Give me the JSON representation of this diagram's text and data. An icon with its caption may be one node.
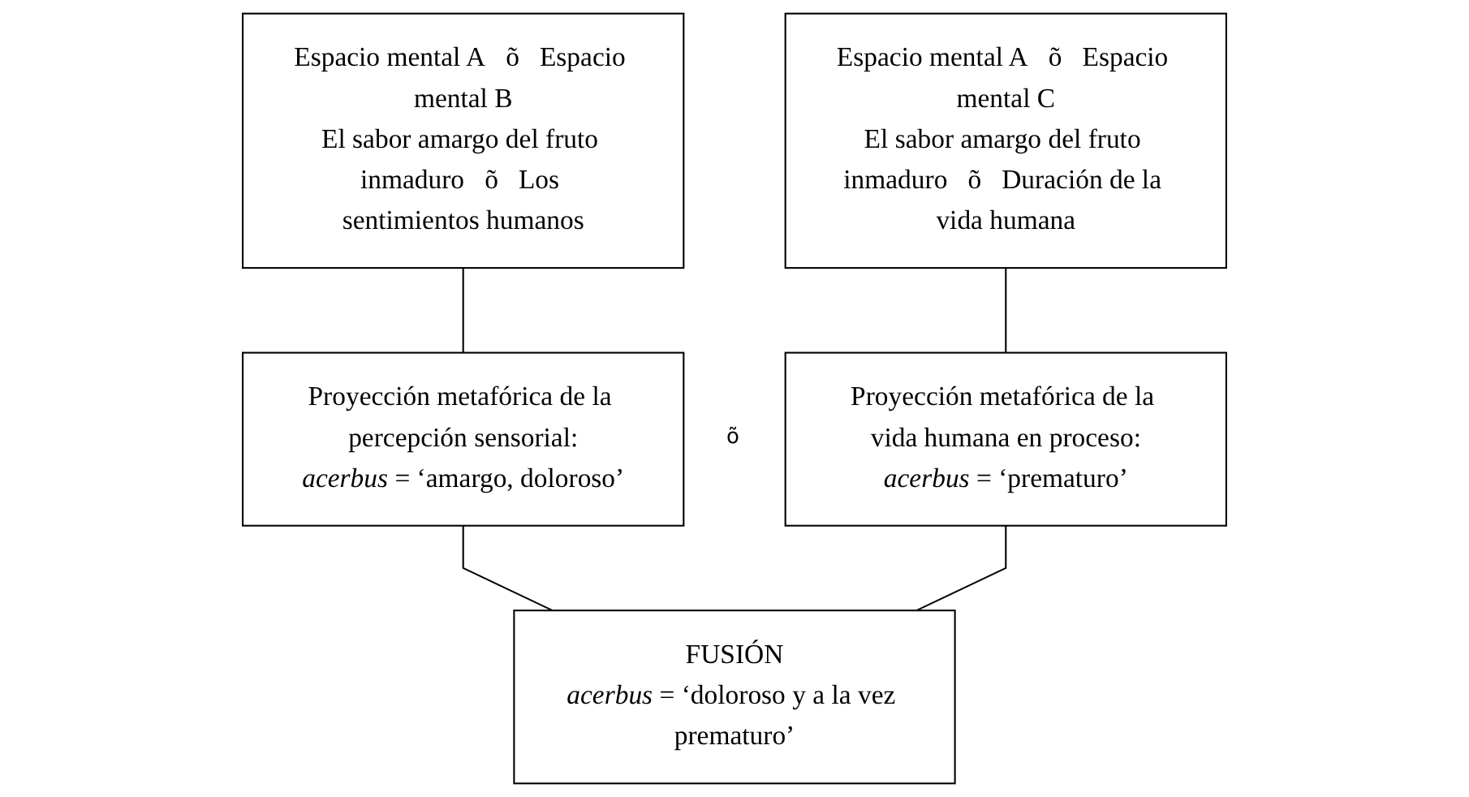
{
  "diagram": {
    "nodes": [
      {
        "text": [
          "Espacio mental A",
          "õ",
          "Espacio mental B",
          "El sabor amargo del fruto inmaduro",
          "õ",
          "Los sentimientos humanos"
        ]
      },
      {
        "text": [
          "Espacio mental A",
          "õ",
          "Espacio mental C",
          "El sabor amargo del fruto inmaduro",
          "õ",
          "Duración de la vida humana"
        ]
      },
      {
        "text": [
          "Proyección metafórica de la percepción sensorial:",
          "*acerbus* = ‘amargo, doloroso’"
        ]
      },
      {
        "text": [
          "Proyección metafórica de la vida humana en proceso:",
          "*acerbus* = ‘prematuro’"
        ]
      },
      {
        "text": [
          "FUSIÓN",
          "*acerbus* = ‘doloroso y a la vez prematuro’"
        ]
      }
    ],
    "edges": [
      {
        "from": 0,
        "to": 2,
        "arrow": "none"
      },
      {
        "from": 1,
        "to": 3,
        "arrow": "none"
      },
      {
        "from": 2,
        "to": 4,
        "arrow": "none"
      },
      {
        "from": 3,
        "to": 4,
        "arrow": "none"
      }
    ],
    "labels": [
      "õ"
    ]
  }
}
